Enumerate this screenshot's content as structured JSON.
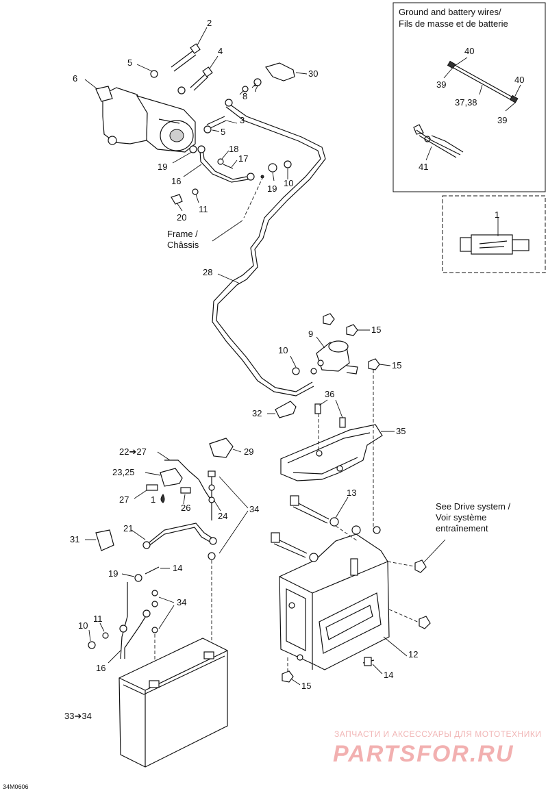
{
  "callouts": {
    "c2": "2",
    "c4": "4",
    "c5a": "5",
    "c6": "6",
    "c30": "30",
    "c7": "7",
    "c8": "8",
    "c3": "3",
    "c5b": "5",
    "c18": "18",
    "c17": "17",
    "c19a": "19",
    "c19b": "19",
    "c10a": "10",
    "c16a": "16",
    "c11a": "11",
    "c20": "20",
    "c28": "28",
    "c9": "9",
    "c15a": "15",
    "c15b": "15",
    "c10b": "10",
    "c36": "36",
    "c32": "32",
    "c35": "35",
    "c22_27": "22➔27",
    "c29": "29",
    "c23_25": "23,25",
    "c27": "27",
    "c1b": "1",
    "c26": "26",
    "c24": "24",
    "c34a": "34",
    "c13": "13",
    "c31": "31",
    "c21": "21",
    "c19c": "19",
    "c14a": "14",
    "c34b": "34",
    "c11b": "11",
    "c10c": "10",
    "c16b": "16",
    "c12": "12",
    "c14b": "14",
    "c15c": "15",
    "c33_34": "33➔34",
    "c40a": "40",
    "c39a": "39",
    "c40b": "40",
    "c37_38": "37,38",
    "c39b": "39",
    "c41": "41",
    "c1a": "1"
  },
  "notes": {
    "frame_line1": "Frame /",
    "frame_line2": "Châssis",
    "drive_line1": "See Drive system /",
    "drive_line2": "Voir système",
    "drive_line3": "entraînement"
  },
  "inset": {
    "title_line1": "Ground and battery wires/",
    "title_line2": "Fils de masse et de batterie"
  },
  "watermark": {
    "line1": "ЗАПЧАСТИ И АКСЕССУАРЫ ДЛЯ МОТОТЕХНИКИ",
    "line2": "PARTSFOR.RU"
  },
  "diagram_code": "34M0606",
  "colors": {
    "ink": "#111111",
    "watermark": "#f1b0b0"
  }
}
